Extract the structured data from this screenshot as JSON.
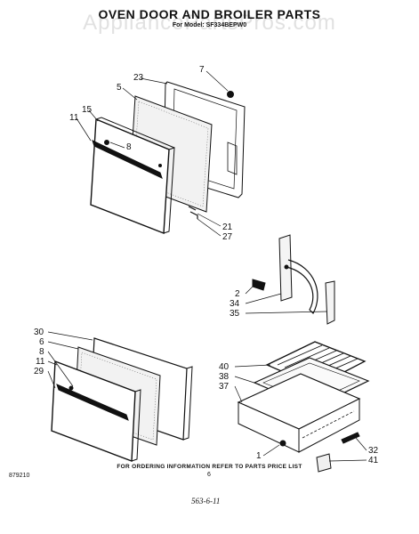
{
  "title": "OVEN DOOR AND BROILER PARTS",
  "model": "For Model: SF334BEPW0",
  "watermark": "AppliancePartsPros.com",
  "footer_note": "FOR ORDERING INFORMATION REFER TO PARTS PRICE LIST",
  "page_number": "6",
  "drawing_code": "879210",
  "handwritten_note": "563-6-11",
  "callouts": {
    "c23": "23",
    "c7": "7",
    "c5": "5",
    "c11a": "11",
    "c15": "15",
    "c8a": "8",
    "c21": "21",
    "c27": "27",
    "c2": "2",
    "c34": "34",
    "c35": "35",
    "c30": "30",
    "c6": "6",
    "c8b": "8",
    "c11b": "11",
    "c29": "29",
    "c40": "40",
    "c38": "38",
    "c37": "37",
    "c1": "1",
    "c32": "32",
    "c41": "41"
  }
}
